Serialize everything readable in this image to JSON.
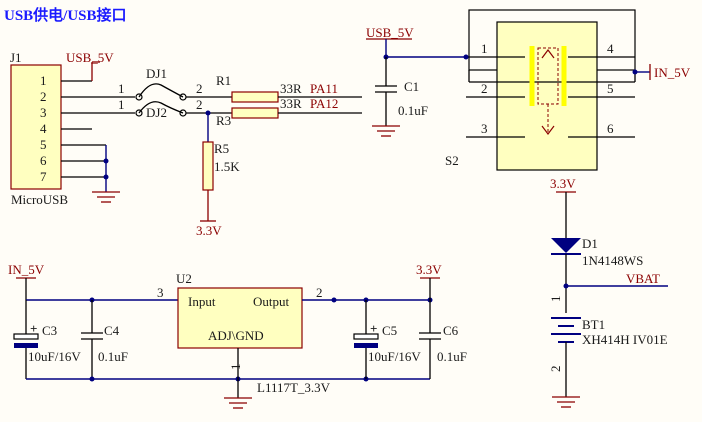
{
  "title": "USB供电/USB接口",
  "usb_connector": {
    "ref": "J1",
    "name": "MicroUSB",
    "pins": [
      "1",
      "2",
      "3",
      "4",
      "5",
      "6",
      "7"
    ],
    "net": "USB_5V"
  },
  "jumpers": {
    "dj1": {
      "ref": "DJ1",
      "pin_left": "1",
      "pin_right": "2"
    },
    "dj2": {
      "ref": "DJ2",
      "pin_left": "1",
      "pin_right": "2"
    }
  },
  "resistors": {
    "r1": {
      "ref": "R1",
      "value": "33R"
    },
    "r3": {
      "ref": "R3",
      "value": "33R"
    },
    "r5": {
      "ref": "R5",
      "value": "1.5K"
    }
  },
  "nets": {
    "pa11": "PA11",
    "pa12": "PA12",
    "v33": "3.3V",
    "usb5v": "USB_5V",
    "in5v": "IN_5V",
    "vbat": "VBAT"
  },
  "capacitors": {
    "c1": {
      "ref": "C1",
      "value": "0.1uF"
    },
    "c3": {
      "ref": "C3",
      "value": "10uF/16V"
    },
    "c4": {
      "ref": "C4",
      "value": "0.1uF"
    },
    "c5": {
      "ref": "C5",
      "value": "10uF/16V"
    },
    "c6": {
      "ref": "C6",
      "value": "0.1uF"
    }
  },
  "switch": {
    "ref": "S2",
    "pins": [
      "1",
      "2",
      "3",
      "4",
      "5",
      "6"
    ]
  },
  "diode": {
    "ref": "D1",
    "value": "1N4148WS"
  },
  "battery": {
    "ref": "BT1",
    "value": "XH414H IV01E",
    "pin_plus": "1",
    "pin_minus": "2"
  },
  "regulator": {
    "ref": "U2",
    "input_label": "Input",
    "output_label": "Output",
    "gnd_label": "ADJ\\GND",
    "part": "L1117T_3.3V",
    "pin_in": "3",
    "pin_out": "2",
    "pin_gnd": "1"
  },
  "colors": {
    "wire": "#000080",
    "component": "#8b0000",
    "body_fill": "#ffffc0",
    "switch_accent": "#ffff00",
    "title": "#1a1aff"
  }
}
